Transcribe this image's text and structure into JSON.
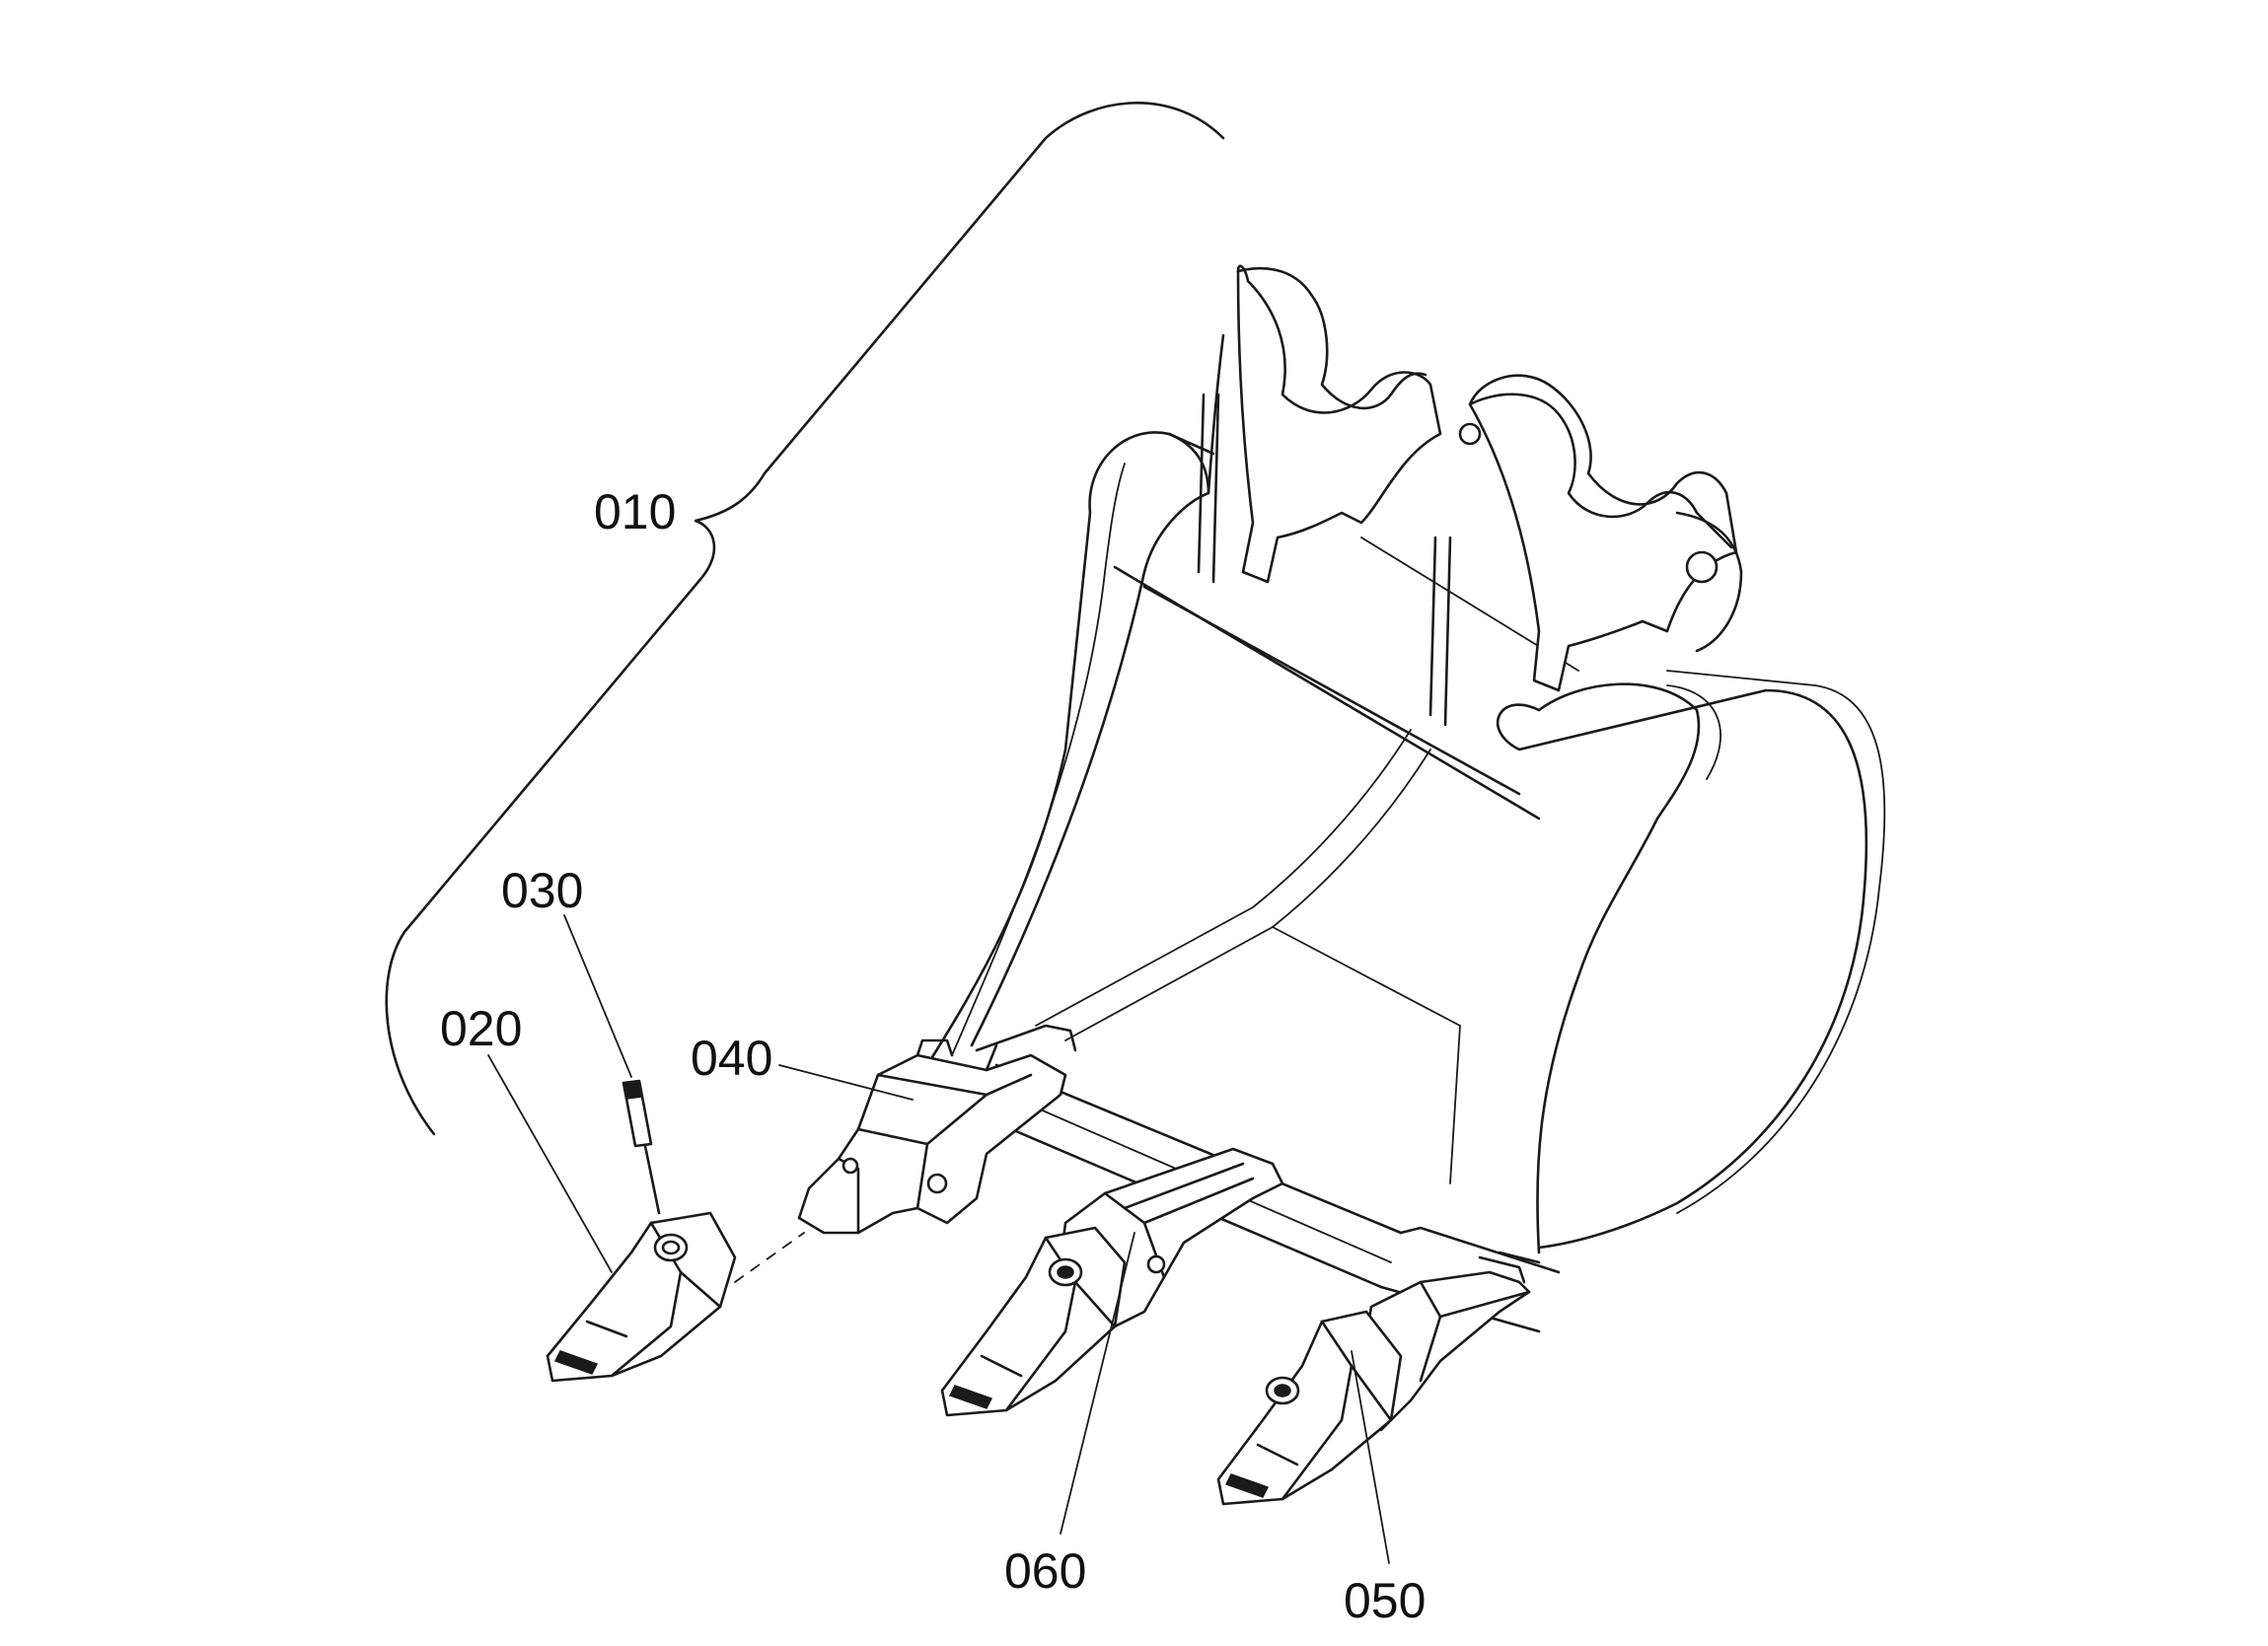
{
  "callouts": [
    {
      "id": "010",
      "text": "010"
    },
    {
      "id": "020",
      "text": "020"
    },
    {
      "id": "030",
      "text": "030"
    },
    {
      "id": "040",
      "text": "040"
    },
    {
      "id": "050",
      "text": "050"
    },
    {
      "id": "060",
      "text": "060"
    }
  ],
  "colors": {
    "line": "#1a1a1a",
    "background": "#ffffff"
  }
}
